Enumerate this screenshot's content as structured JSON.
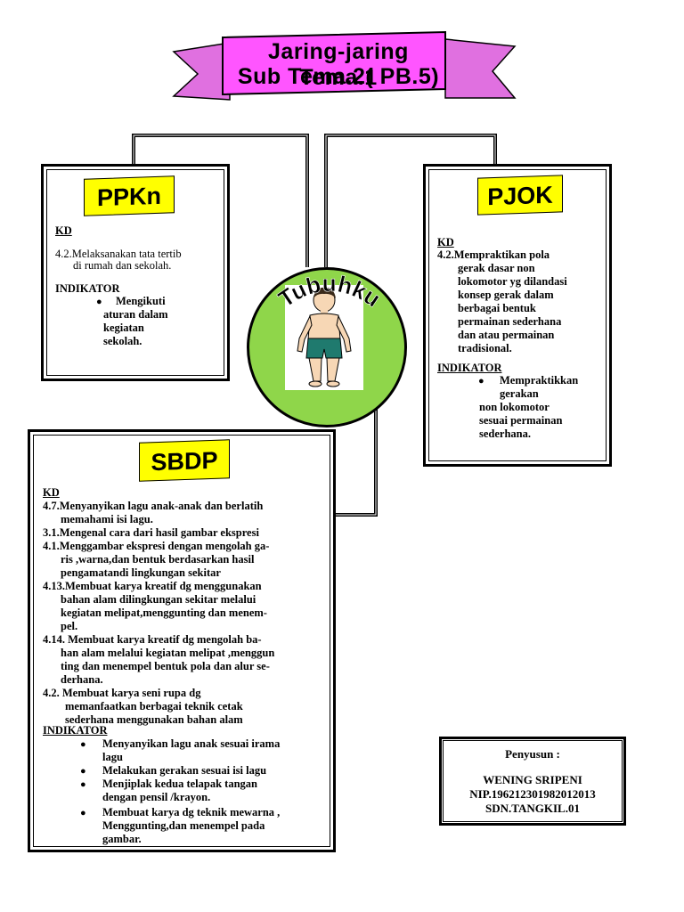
{
  "title": {
    "line1": "Jaring-jaring Tema.1",
    "line2": "Sub Tema.2( PB.5)",
    "ribbon_color": "#ff55ff",
    "ribbon_tail_color": "#e070e0"
  },
  "center": {
    "title": "Tubuhku",
    "circle_color": "#8fd64a",
    "image": "boy-body-illustration"
  },
  "ppkn": {
    "flag": "PPKn",
    "kd_label": "KD",
    "kd_lines": [
      "4.2.Melaksanakan tata tertib",
      "di rumah dan sekolah."
    ],
    "ind_label": "INDIKATOR",
    "ind_lines": [
      "Mengikuti",
      "aturan dalam",
      "kegiatan",
      "sekolah."
    ]
  },
  "pjok": {
    "flag": "PJOK",
    "kd_label": "KD",
    "kd_lines": [
      "4.2.Mempraktikan pola",
      "gerak dasar non",
      "lokomotor yg dilandasi",
      "konsep gerak dalam",
      "berbagai bentuk",
      "permainan sederhana",
      "dan atau permainan",
      "tradisional."
    ],
    "ind_label": "INDIKATOR",
    "ind_lines": [
      "Mempraktikkan",
      "gerakan",
      "non lokomotor",
      "sesuai permainan",
      "sederhana."
    ]
  },
  "sbdp": {
    "flag": "SBDP",
    "kd_label": "KD",
    "kd_lines": [
      "4.7.Menyanyikan lagu anak-anak dan berlatih",
      "memahami isi lagu.",
      "3.1.Mengenal cara dari hasil gambar ekspresi",
      "4.1.Menggambar ekspresi dengan mengolah ga-",
      "ris ,warna,dan bentuk berdasarkan hasil",
      "pengamatandi lingkungan sekitar",
      "4.13.Membuat karya kreatif dg menggunakan",
      "bahan alam dilingkungan sekitar melalui",
      "kegiatan melipat,menggunting dan menem-",
      "pel.",
      "4.14. Membuat karya kreatif dg mengolah ba-",
      "han alam melalui kegiatan melipat ,menggun",
      "ting dan menempel bentuk pola dan alur se-",
      "derhana.",
      "4.2. Membuat karya seni rupa dg",
      "memanfaatkan berbagai teknik cetak",
      "sederhana menggunakan bahan alam"
    ],
    "ind_label": "INDIKATOR",
    "ind_items": [
      [
        "Menyanyikan lagu anak sesuai irama",
        "lagu"
      ],
      [
        "Melakukan gerakan sesuai isi lagu"
      ],
      [
        "Menjiplak kedua telapak tangan",
        "dengan pensil /krayon."
      ],
      [
        "Membuat karya dg teknik mewarna ,",
        "Menggunting,dan menempel pada",
        "gambar."
      ]
    ]
  },
  "author": {
    "label": "Penyusun :",
    "name": "WENING SRIPENI",
    "nip": "NIP.196212301982012013",
    "school": "SDN.TANGKIL.01"
  },
  "flag_color": "#ffff00"
}
